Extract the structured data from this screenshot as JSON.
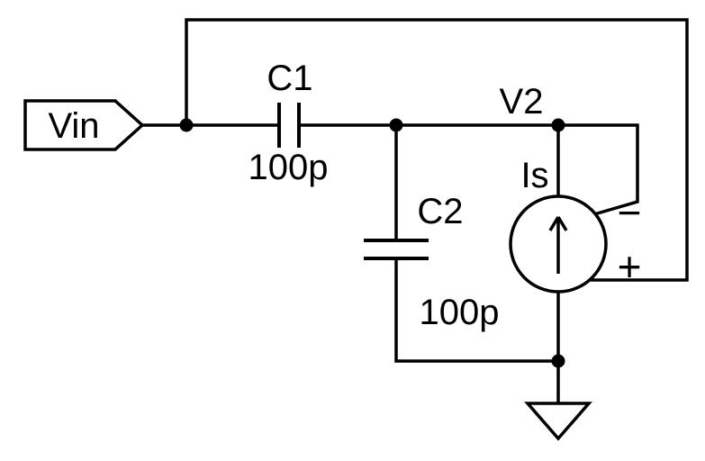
{
  "schematic": {
    "colors": {
      "wire": "#000000",
      "background": "#ffffff"
    },
    "port_label": "Vin",
    "c1": {
      "name": "C1",
      "value": "100p"
    },
    "c2": {
      "name": "C2",
      "value": "100p"
    },
    "net_v2": "V2",
    "source": {
      "name": "Is",
      "polarity_top": "−",
      "polarity_bottom": "+",
      "arrow_direction": "up"
    }
  }
}
